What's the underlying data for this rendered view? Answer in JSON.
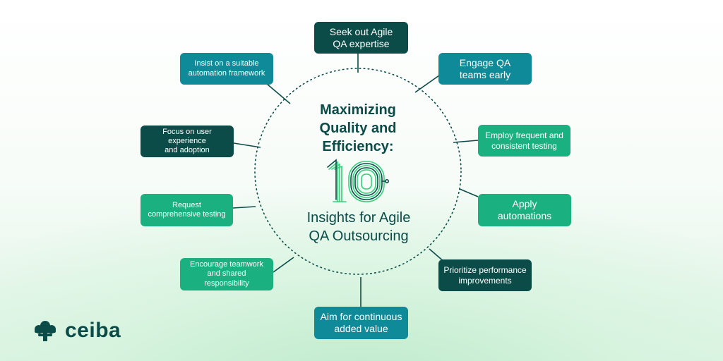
{
  "center": {
    "title": "Maximizing\nQuality and\nEfficiency:",
    "number": "10",
    "subtitle": "Insights for Agile\nQA Outsourcing"
  },
  "insights": [
    "Seek out Agile\nQA expertise",
    "Engage QA\nteams early",
    "Employ frequent and\nconsistent testing",
    "Apply\nautomations",
    "Prioritize performance\nimprovements",
    "Aim for continuous\nadded value",
    "Encourage teamwork\nand shared\nresponsibility",
    "Request\ncomprehensive testing",
    "Focus on user\nexperience\nand adoption",
    "Insist on a suitable\nautomation framework"
  ],
  "brand": {
    "name": "ceiba"
  },
  "colors": {
    "dark": "#0b4c48",
    "teal": "#0e8a98",
    "green": "#1bb07f",
    "accent": "#2fd27a"
  }
}
